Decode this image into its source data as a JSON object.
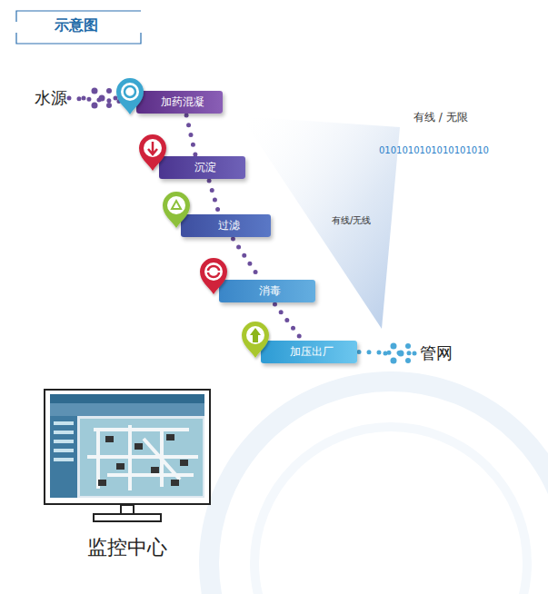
{
  "diagram": {
    "title": "示意图",
    "nodes": [
      {
        "text": [
          "水源"
        ]
      },
      {
        "text": [
          "加药混凝"
        ]
      },
      {
        "text": [
          "沉淀"
        ]
      },
      {
        "text": [
          "过滤"
        ]
      },
      {
        "text": [
          "消毒"
        ]
      },
      {
        "text": [
          "加压出厂"
        ]
      },
      {
        "text": [
          "管网"
        ]
      },
      {
        "text": [
          "监控中心"
        ]
      }
    ],
    "edges": [
      {
        "from": 0,
        "to": 1,
        "arrow": "none"
      },
      {
        "from": 1,
        "to": 2,
        "arrow": "none"
      },
      {
        "from": 2,
        "to": 3,
        "arrow": "none"
      },
      {
        "from": 3,
        "to": 4,
        "arrow": "none"
      },
      {
        "from": 4,
        "to": 5,
        "arrow": "none"
      },
      {
        "from": 5,
        "to": 6,
        "arrow": "none"
      }
    ],
    "labels": [
      "有线 / 无限",
      "0101010101010101010",
      "有线/无线"
    ]
  }
}
